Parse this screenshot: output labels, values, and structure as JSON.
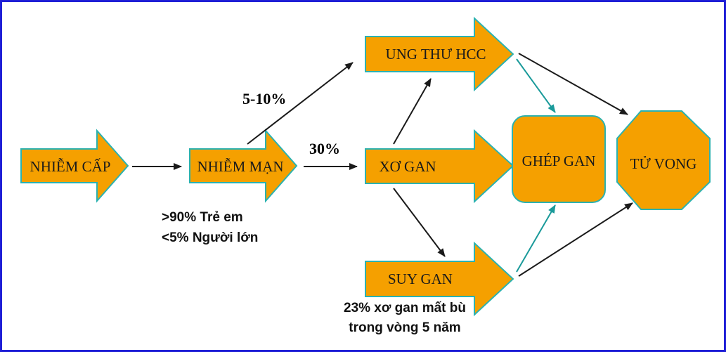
{
  "diagram": {
    "nodes": {
      "nhiem_cap": "NHIỄM CẤP",
      "nhiem_man": "NHIỄM MẠN",
      "ung_thu": "UNG THƯ HCC",
      "xo_gan": "XƠ GAN",
      "suy_gan": "SUY GAN",
      "ghep_gan": "GHÉP GAN",
      "tu_vong": "TỬ VONG"
    },
    "labels": {
      "pct_hcc": "5-10%",
      "pct_xo_gan": "30%",
      "tre_em": ">90% Trẻ em",
      "nguoi_lon": "<5% Người lớn",
      "mat_bu_1": "23% xơ gan mất bù",
      "mat_bu_2": "trong vòng 5 năm"
    }
  },
  "colors": {
    "orange": "#f5a000",
    "stroke": "#2bb2b0",
    "frame": "#1f1fd6",
    "arrow_black": "#1a1a1a",
    "arrow_teal": "#1a9a9a"
  }
}
